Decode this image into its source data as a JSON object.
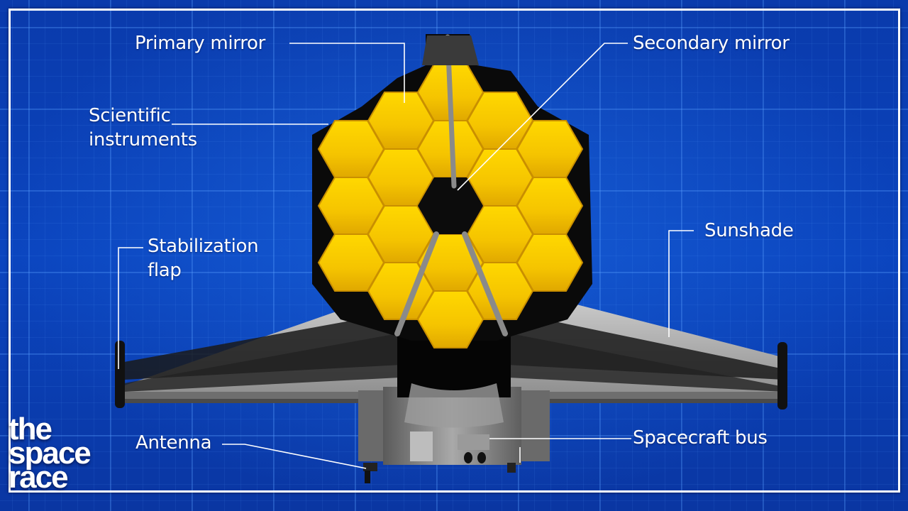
{
  "diagram": {
    "subject": "James Webb Space Telescope",
    "labels": [
      {
        "id": "primary-mirror",
        "text": "Primary mirror"
      },
      {
        "id": "secondary-mirror",
        "text": "Secondary mirror"
      },
      {
        "id": "scientific-instruments",
        "text": "Scientific\ninstruments",
        "lines": [
          "Scientific",
          "instruments"
        ]
      },
      {
        "id": "stabilization-flap",
        "text": "Stabilization\nflap",
        "lines": [
          "Stabilization",
          "flap"
        ]
      },
      {
        "id": "sunshade",
        "text": "Sunshade"
      },
      {
        "id": "antenna",
        "text": "Antenna"
      },
      {
        "id": "spacecraft-bus",
        "text": "Spacecraft bus"
      }
    ],
    "mirror_segments": 18
  },
  "logo": {
    "lines": [
      "the",
      "space",
      "race"
    ]
  },
  "colors": {
    "background": "#0a3aab",
    "grid": "#5aa0ff",
    "frame": "#ffffff",
    "mirror": "#f7c600",
    "mirror_edge": "#c98f00",
    "structure": "#0b0b0b",
    "sunshade": "#b9b9b9",
    "bus": "#8a8a8a",
    "label_text": "#ffffff"
  }
}
